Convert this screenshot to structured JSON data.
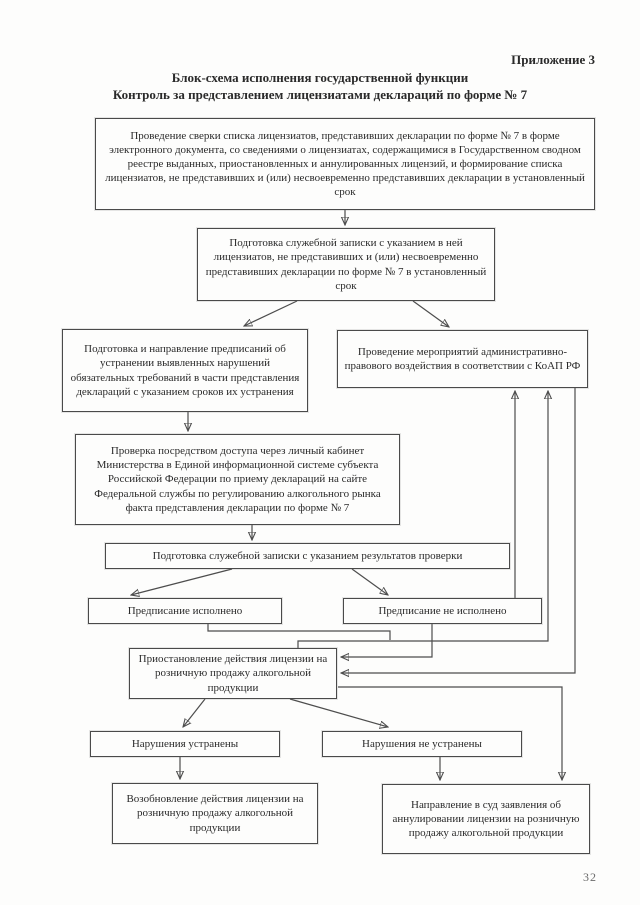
{
  "page": {
    "appendix_label": "Приложение 3",
    "title_line1": "Блок-схема исполнения государственной функции",
    "title_line2": "Контроль за представлением лицензиатами деклараций по форме № 7",
    "page_number": "32"
  },
  "nodes": {
    "verification": "Проведение сверки списка лицензиатов, представивших декларации по форме № 7 в форме электронного документа, со сведениями о лицензиатах, содержащимися в Государственном сводном реестре выданных, приостановленных и аннулированных лицензий, и формирование списка лицензиатов, не представивших и (или) несвоевременно представивших декларации в установленный срок",
    "memo_licensees": "Подготовка служебной записки с указанием в ней лицензиатов, не представивших и (или) несвоевременно представивших декларации по форме № 7 в установленный срок",
    "prescriptions": "Подготовка и направление предписаний об устранении выявленных нарушений обязательных требований в части представления деклараций с указанием сроков их устранения",
    "koap_measures": "Проведение мероприятий административно-правового воздействия в соответствии с КоАП РФ",
    "cabinet_check": "Проверка посредством доступа через личный кабинет Министерства в Единой информационной системе субъекта Российской Федерации по приему деклараций на сайте Федеральной службы по регулированию алкогольного рынка факта представления декларации по форме № 7",
    "memo_results": "Подготовка служебной записки с указанием результатов проверки",
    "prescription_fulfilled": "Предписание исполнено",
    "prescription_not_fulfilled": "Предписание не исполнено",
    "license_suspension": "Приостановление действия лицензии на розничную продажу алкогольной продукции",
    "violations_fixed": "Нарушения устранены",
    "violations_not_fixed": "Нарушения не устранены",
    "license_renewal": "Возобновление действия лицензии на розничную продажу алкогольной продукции",
    "court_application": "Направление в суд заявления об аннулировании лицензии на розничную продажу алкогольной продукции"
  },
  "colors": {
    "paper": "#fdfdfc",
    "ink": "#2a2a2a",
    "line": "#4d4d4d"
  }
}
